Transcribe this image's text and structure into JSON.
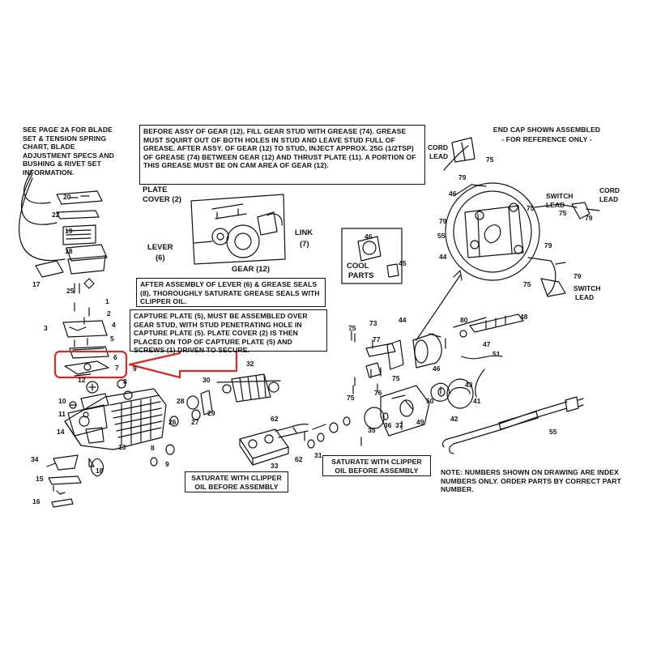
{
  "notes": {
    "see_page": "SEE PAGE 2A FOR BLADE SET & TENSION SPRING CHART, BLADE ADJUSTMENT SPECS AND BUSHING & RIVET SET INFORMATION.",
    "gear_assembly": "BEFORE ASSY OF GEAR (12), FILL GEAR STUD WITH GREASE (74). GREASE MUST SQUIRT OUT OF BOTH HOLES IN STUD AND LEAVE STUD FULL OF GREASE. AFTER ASSY. OF GEAR (12) TO STUD, INJECT APPROX. 25g (1/2tsp) OF GREASE (74) BETWEEN GEAR (12) AND THRUST PLATE (11). A PORTION OF THIS GREASE MUST BE ON CAM AREA OF GEAR (12).",
    "end_cap_title": "END CAP SHOWN ASSEMBLED",
    "end_cap_sub": "- FOR REFERENCE ONLY -",
    "lever_assembly": "AFTER ASSEMBLY OF LEVER (6) & GREASE SEALS (8), THOROUGHLY SATURATE GREASE SEALS WITH CLIPPER OIL.",
    "capture_plate": "CAPTURE PLATE (5), MUST BE ASSEMBLED OVER GEAR STUD, WITH STUD PENETRATING HOLE IN CAPTURE PLATE (5). PLATE COVER (2) IS THEN PLACED ON TOP OF CAPTURE PLATE (5) AND SCREWS (1) DRIVEN TO SECURE.",
    "saturate_1": "SATURATE WITH CLIPPER OIL BEFORE ASSEMBLY",
    "saturate_2": "SATURATE WITH CLIPPER OIL BEFORE ASSEMBLY",
    "index_note": "NOTE: NUMBERS SHOWN ON DRAWING ARE INDEX NUMBERS ONLY. ORDER PARTS BY CORRECT PART NUMBER."
  },
  "labels": {
    "plate_cover_1": "PLATE",
    "plate_cover_2": "COVER (2)",
    "lever_1": "LEVER",
    "lever_2": "(6)",
    "link_1": "LINK",
    "link_2": "(7)",
    "gear": "GEAR (12)",
    "cool_1": "COOL",
    "cool_2": "PARTS",
    "cord_lead_top_1": "CORD",
    "cord_lead_top_2": "LEAD",
    "cord_lead_right_1": "CORD",
    "cord_lead_right_2": "LEAD",
    "switch_lead_top_1": "SWITCH",
    "switch_lead_top_2": "LEAD",
    "switch_lead_bot_1": "SWITCH",
    "switch_lead_bot_2": "LEAD"
  },
  "callouts": [
    {
      "id": "n20",
      "text": "20"
    },
    {
      "id": "n22",
      "text": "22"
    },
    {
      "id": "n19",
      "text": "19"
    },
    {
      "id": "n18",
      "text": "18"
    },
    {
      "id": "n17",
      "text": "17"
    },
    {
      "id": "n25",
      "text": "25"
    },
    {
      "id": "n1",
      "text": "1"
    },
    {
      "id": "n2",
      "text": "2"
    },
    {
      "id": "n3",
      "text": "3"
    },
    {
      "id": "n4",
      "text": "4"
    },
    {
      "id": "n5",
      "text": "5"
    },
    {
      "id": "n6",
      "text": "6"
    },
    {
      "id": "n7",
      "text": "7"
    },
    {
      "id": "n9a",
      "text": "9"
    },
    {
      "id": "n12",
      "text": "12"
    },
    {
      "id": "n10",
      "text": "10"
    },
    {
      "id": "n11",
      "text": "11"
    },
    {
      "id": "n8a",
      "text": "8"
    },
    {
      "id": "n14",
      "text": "14"
    },
    {
      "id": "n13",
      "text": "13"
    },
    {
      "id": "n34",
      "text": "34"
    },
    {
      "id": "n18b",
      "text": "18"
    },
    {
      "id": "n15",
      "text": "15"
    },
    {
      "id": "n16",
      "text": "16"
    },
    {
      "id": "n8b",
      "text": "8"
    },
    {
      "id": "n9b",
      "text": "9"
    },
    {
      "id": "n26",
      "text": "26"
    },
    {
      "id": "n28",
      "text": "28"
    },
    {
      "id": "n27",
      "text": "27"
    },
    {
      "id": "n29",
      "text": "29"
    },
    {
      "id": "n30",
      "text": "30"
    },
    {
      "id": "n32",
      "text": "32"
    },
    {
      "id": "n33",
      "text": "33"
    },
    {
      "id": "n62a",
      "text": "62"
    },
    {
      "id": "n62b",
      "text": "62"
    },
    {
      "id": "n31",
      "text": "31"
    },
    {
      "id": "n35",
      "text": "35"
    },
    {
      "id": "n36",
      "text": "36"
    },
    {
      "id": "n37",
      "text": "37"
    },
    {
      "id": "n75a",
      "text": "75"
    },
    {
      "id": "n73",
      "text": "73"
    },
    {
      "id": "n77",
      "text": "77"
    },
    {
      "id": "n44a",
      "text": "44"
    },
    {
      "id": "n75b",
      "text": "75"
    },
    {
      "id": "n75c",
      "text": "75"
    },
    {
      "id": "n76",
      "text": "76"
    },
    {
      "id": "n50",
      "text": "50"
    },
    {
      "id": "n49",
      "text": "49"
    },
    {
      "id": "n46a",
      "text": "46"
    },
    {
      "id": "n80",
      "text": "80"
    },
    {
      "id": "n48",
      "text": "48"
    },
    {
      "id": "n47",
      "text": "47"
    },
    {
      "id": "n51",
      "text": "51"
    },
    {
      "id": "n43",
      "text": "43"
    },
    {
      "id": "n42",
      "text": "42"
    },
    {
      "id": "n41",
      "text": "41"
    },
    {
      "id": "n55a",
      "text": "55"
    },
    {
      "id": "n45",
      "text": "45"
    },
    {
      "id": "n46b",
      "text": "46"
    },
    {
      "id": "n75d",
      "text": "75"
    },
    {
      "id": "n79a",
      "text": "79"
    },
    {
      "id": "n46c",
      "text": "46"
    },
    {
      "id": "n79b",
      "text": "79"
    },
    {
      "id": "n55b",
      "text": "55"
    },
    {
      "id": "n79c",
      "text": "79"
    },
    {
      "id": "n44b",
      "text": "44"
    },
    {
      "id": "n79d",
      "text": "79"
    },
    {
      "id": "n75e",
      "text": "75"
    },
    {
      "id": "n79e",
      "text": "79"
    },
    {
      "id": "n75f",
      "text": "75"
    },
    {
      "id": "n75g",
      "text": "75"
    }
  ],
  "colors": {
    "ink": "#111111",
    "highlight": "#d42a2a"
  }
}
